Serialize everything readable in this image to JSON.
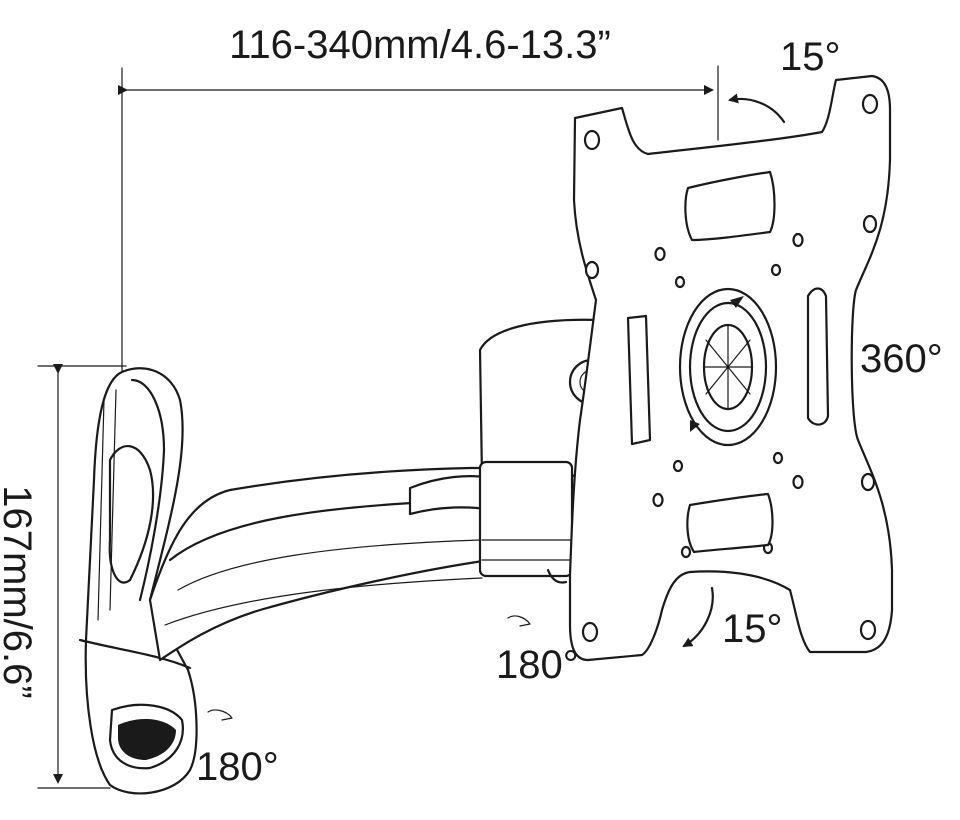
{
  "labels": {
    "arm_extension": "116-340mm/4.6-13.3”",
    "tilt_top": "15°",
    "rotation": "360°",
    "tilt_bottom": "15°",
    "swivel_plate": "180°",
    "swivel_wall": "180°",
    "height": "167mm/6.6”"
  },
  "colors": {
    "line": "#1a1a1a",
    "background": "#ffffff"
  }
}
